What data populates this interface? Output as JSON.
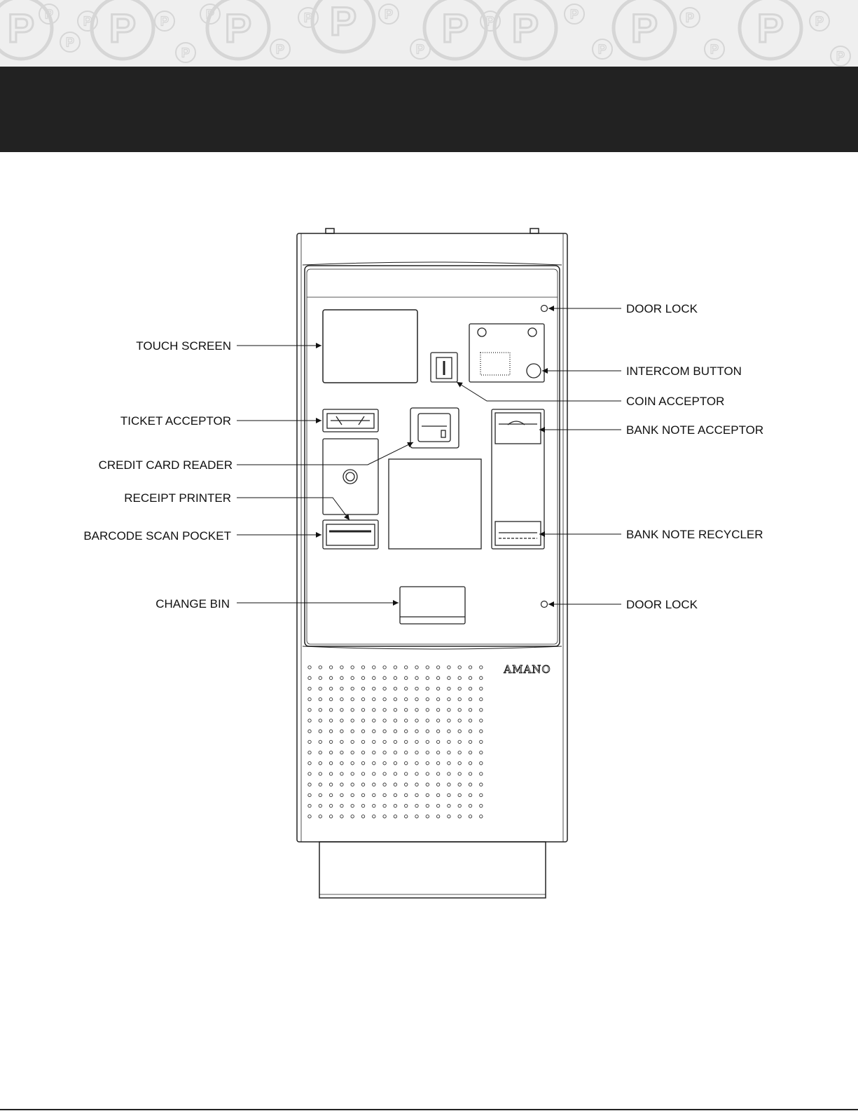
{
  "brand": {
    "banner_icon": "parking-p-pattern",
    "banner_color": "#efefef",
    "bar_color": "#222222"
  },
  "machine": {
    "logo_text": "AMANO"
  },
  "labels": {
    "touch_screen": "TOUCH SCREEN",
    "ticket_acceptor": "TICKET ACCEPTOR",
    "credit_card_reader": "CREDIT CARD READER",
    "receipt_printer": "RECEIPT PRINTER",
    "barcode_scan_pocket": "BARCODE SCAN POCKET",
    "change_bin": "CHANGE BIN",
    "door_lock_top": "DOOR LOCK",
    "intercom_button": "INTERCOM BUTTON",
    "coin_acceptor": "COIN ACCEPTOR",
    "bank_note_acceptor": "BANK NOTE ACCEPTOR",
    "bank_note_recycler": "BANK NOTE RECYCLER",
    "door_lock_bottom": "DOOR LOCK"
  }
}
